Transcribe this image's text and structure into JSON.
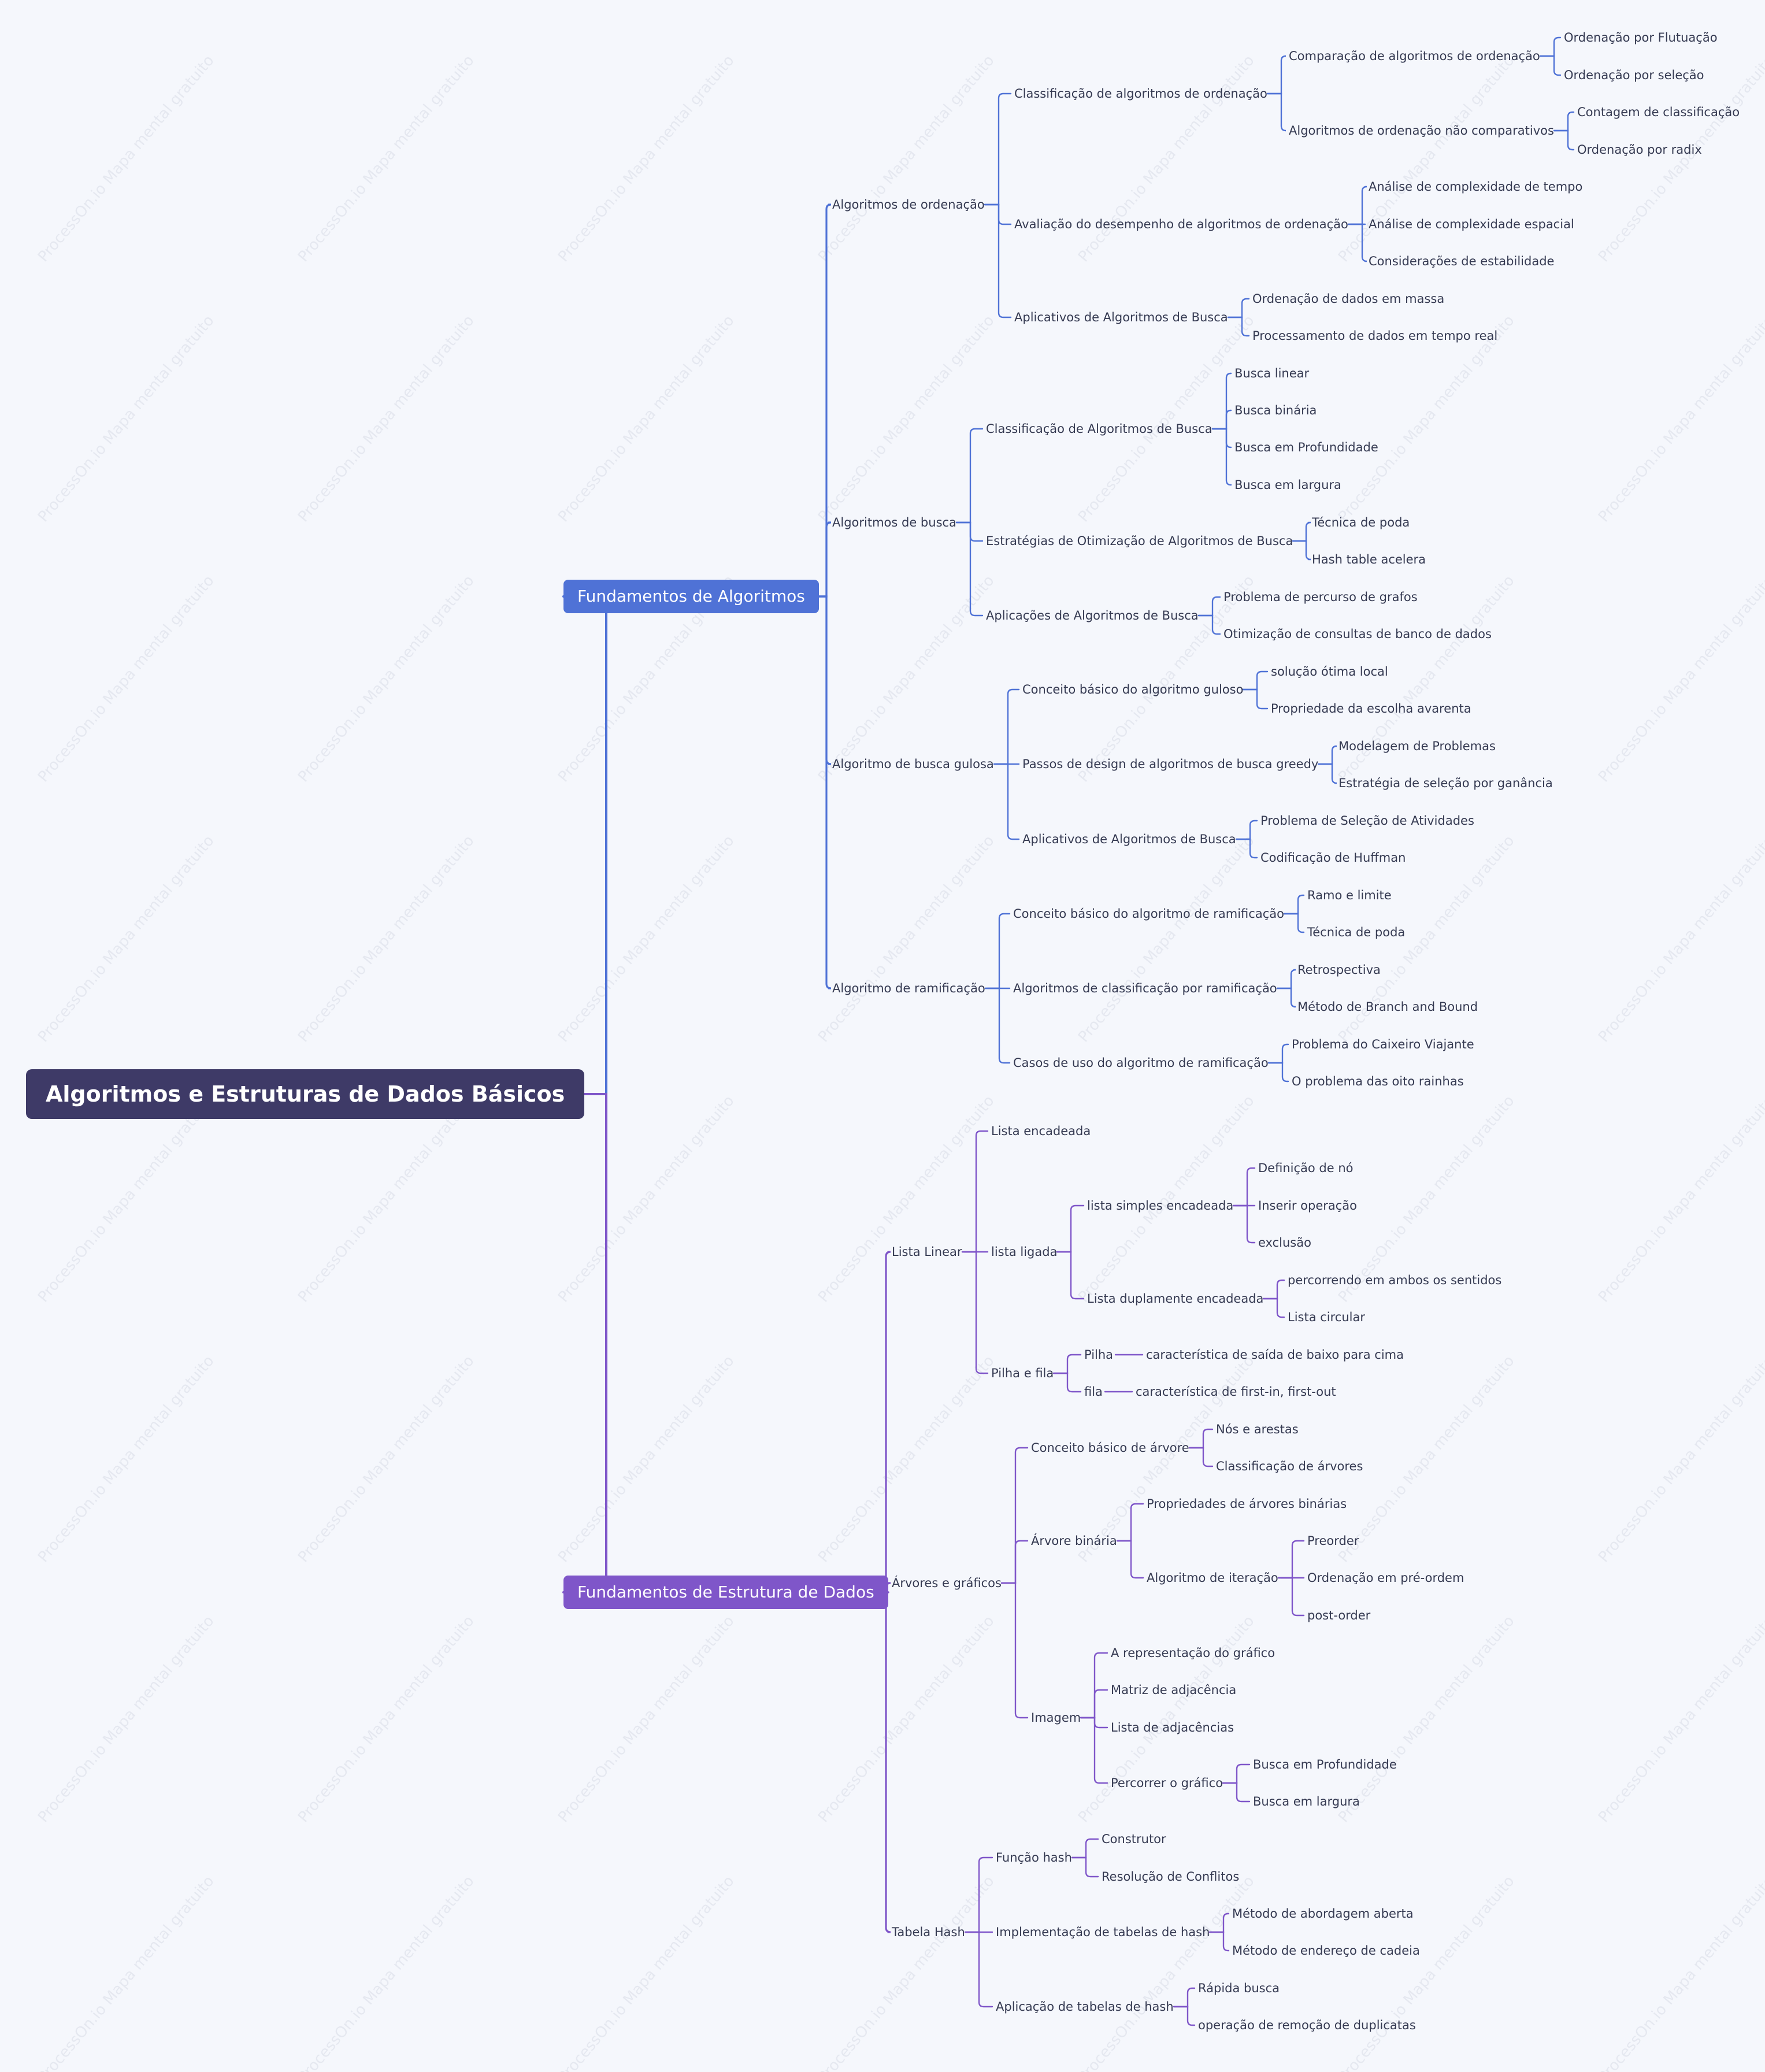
{
  "colors": {
    "background": "#f5f7fc",
    "root": "#3e3a67",
    "algorithms": "#4f72d6",
    "structures": "#7f56c9",
    "text": "#353a52"
  },
  "watermark": "ProcessOn.io Mapa mental gratuito",
  "mindmap": {
    "root": {
      "label": "Algoritmos e Estruturas de Dados Básicos",
      "children": [
        {
          "label": "Fundamentos de Algoritmos",
          "children": [
            {
              "label": "Algoritmos de ordenação",
              "children": [
                {
                  "label": "Classificação de algoritmos de ordenação",
                  "children": [
                    {
                      "label": "Comparação de algoritmos de ordenação",
                      "children": [
                        {
                          "label": "Ordenação por Flutuação"
                        },
                        {
                          "label": "Ordenação por seleção"
                        }
                      ]
                    },
                    {
                      "label": "Algoritmos de ordenação não comparativos",
                      "children": [
                        {
                          "label": "Contagem de classificação"
                        },
                        {
                          "label": "Ordenação por radix"
                        }
                      ]
                    }
                  ]
                },
                {
                  "label": "Avaliação do desempenho de algoritmos de ordenação",
                  "children": [
                    {
                      "label": "Análise de complexidade de tempo"
                    },
                    {
                      "label": "Análise de complexidade espacial"
                    },
                    {
                      "label": "Considerações de estabilidade"
                    }
                  ]
                },
                {
                  "label": "Aplicativos de Algoritmos de Busca",
                  "children": [
                    {
                      "label": "Ordenação de dados em massa"
                    },
                    {
                      "label": "Processamento de dados em tempo real"
                    }
                  ]
                }
              ]
            },
            {
              "label": "Algoritmos de busca",
              "children": [
                {
                  "label": "Classificação de Algoritmos de Busca",
                  "children": [
                    {
                      "label": "Busca linear"
                    },
                    {
                      "label": "Busca binária"
                    },
                    {
                      "label": "Busca em Profundidade"
                    },
                    {
                      "label": "Busca em largura"
                    }
                  ]
                },
                {
                  "label": "Estratégias de Otimização de Algoritmos de Busca",
                  "children": [
                    {
                      "label": "Técnica de poda"
                    },
                    {
                      "label": "Hash table acelera"
                    }
                  ]
                },
                {
                  "label": "Aplicações de Algoritmos de Busca",
                  "children": [
                    {
                      "label": "Problema de percurso de grafos"
                    },
                    {
                      "label": "Otimização de consultas de banco de dados"
                    }
                  ]
                }
              ]
            },
            {
              "label": "Algoritmo de busca gulosa",
              "children": [
                {
                  "label": "Conceito básico do algoritmo guloso",
                  "children": [
                    {
                      "label": "solução ótima local"
                    },
                    {
                      "label": "Propriedade da escolha avarenta"
                    }
                  ]
                },
                {
                  "label": "Passos de design de algoritmos de busca greedy",
                  "children": [
                    {
                      "label": "Modelagem de Problemas"
                    },
                    {
                      "label": "Estratégia de seleção por ganância"
                    }
                  ]
                },
                {
                  "label": "Aplicativos de Algoritmos de Busca",
                  "children": [
                    {
                      "label": "Problema de Seleção de Atividades"
                    },
                    {
                      "label": "Codificação de Huffman"
                    }
                  ]
                }
              ]
            },
            {
              "label": "Algoritmo de ramificação",
              "children": [
                {
                  "label": "Conceito básico do algoritmo de ramificação",
                  "children": [
                    {
                      "label": "Ramo e limite"
                    },
                    {
                      "label": "Técnica de poda"
                    }
                  ]
                },
                {
                  "label": "Algoritmos de classificação por ramificação",
                  "children": [
                    {
                      "label": "Retrospectiva"
                    },
                    {
                      "label": "Método de Branch and Bound"
                    }
                  ]
                },
                {
                  "label": "Casos de uso do algoritmo de ramificação",
                  "children": [
                    {
                      "label": "Problema do Caixeiro Viajante"
                    },
                    {
                      "label": "O problema das oito rainhas"
                    }
                  ]
                }
              ]
            }
          ]
        },
        {
          "label": "Fundamentos de Estrutura de Dados",
          "children": [
            {
              "label": "Lista Linear",
              "children": [
                {
                  "label": "Lista encadeada"
                },
                {
                  "label": "lista ligada",
                  "children": [
                    {
                      "label": "lista simples encadeada",
                      "children": [
                        {
                          "label": "Definição de nó"
                        },
                        {
                          "label": "Inserir operação"
                        },
                        {
                          "label": "exclusão"
                        }
                      ]
                    },
                    {
                      "label": "Lista duplamente encadeada",
                      "children": [
                        {
                          "label": "percorrendo em ambos os sentidos"
                        },
                        {
                          "label": "Lista circular"
                        }
                      ]
                    }
                  ]
                },
                {
                  "label": "Pilha e fila",
                  "children": [
                    {
                      "label": "Pilha",
                      "children": [
                        {
                          "label": "característica de saída de baixo para cima"
                        }
                      ]
                    },
                    {
                      "label": "fila",
                      "children": [
                        {
                          "label": "característica de first-in, first-out"
                        }
                      ]
                    }
                  ]
                }
              ]
            },
            {
              "label": "Árvores e gráficos",
              "children": [
                {
                  "label": "Conceito básico de árvore",
                  "children": [
                    {
                      "label": "Nós e arestas"
                    },
                    {
                      "label": "Classificação de árvores"
                    }
                  ]
                },
                {
                  "label": "Árvore binária",
                  "children": [
                    {
                      "label": "Propriedades de árvores binárias"
                    },
                    {
                      "label": "Algoritmo de iteração",
                      "children": [
                        {
                          "label": "Preorder"
                        },
                        {
                          "label": "Ordenação em pré-ordem"
                        },
                        {
                          "label": "post-order"
                        }
                      ]
                    }
                  ]
                },
                {
                  "label": "Imagem",
                  "children": [
                    {
                      "label": "A representação do gráfico"
                    },
                    {
                      "label": "Matriz de adjacência"
                    },
                    {
                      "label": "Lista de adjacências"
                    },
                    {
                      "label": "Percorrer o gráfico",
                      "children": [
                        {
                          "label": "Busca em Profundidade"
                        },
                        {
                          "label": "Busca em largura"
                        }
                      ]
                    }
                  ]
                }
              ]
            },
            {
              "label": "Tabela Hash",
              "children": [
                {
                  "label": "Função hash",
                  "children": [
                    {
                      "label": "Construtor"
                    },
                    {
                      "label": "Resolução de Conflitos"
                    }
                  ]
                },
                {
                  "label": "Implementação de tabelas de hash",
                  "children": [
                    {
                      "label": "Método de abordagem aberta"
                    },
                    {
                      "label": "Método de endereço de cadeia"
                    }
                  ]
                },
                {
                  "label": "Aplicação de tabelas de hash",
                  "children": [
                    {
                      "label": "Rápida busca"
                    },
                    {
                      "label": "operação de remoção de duplicatas"
                    }
                  ]
                }
              ]
            }
          ]
        }
      ]
    }
  }
}
